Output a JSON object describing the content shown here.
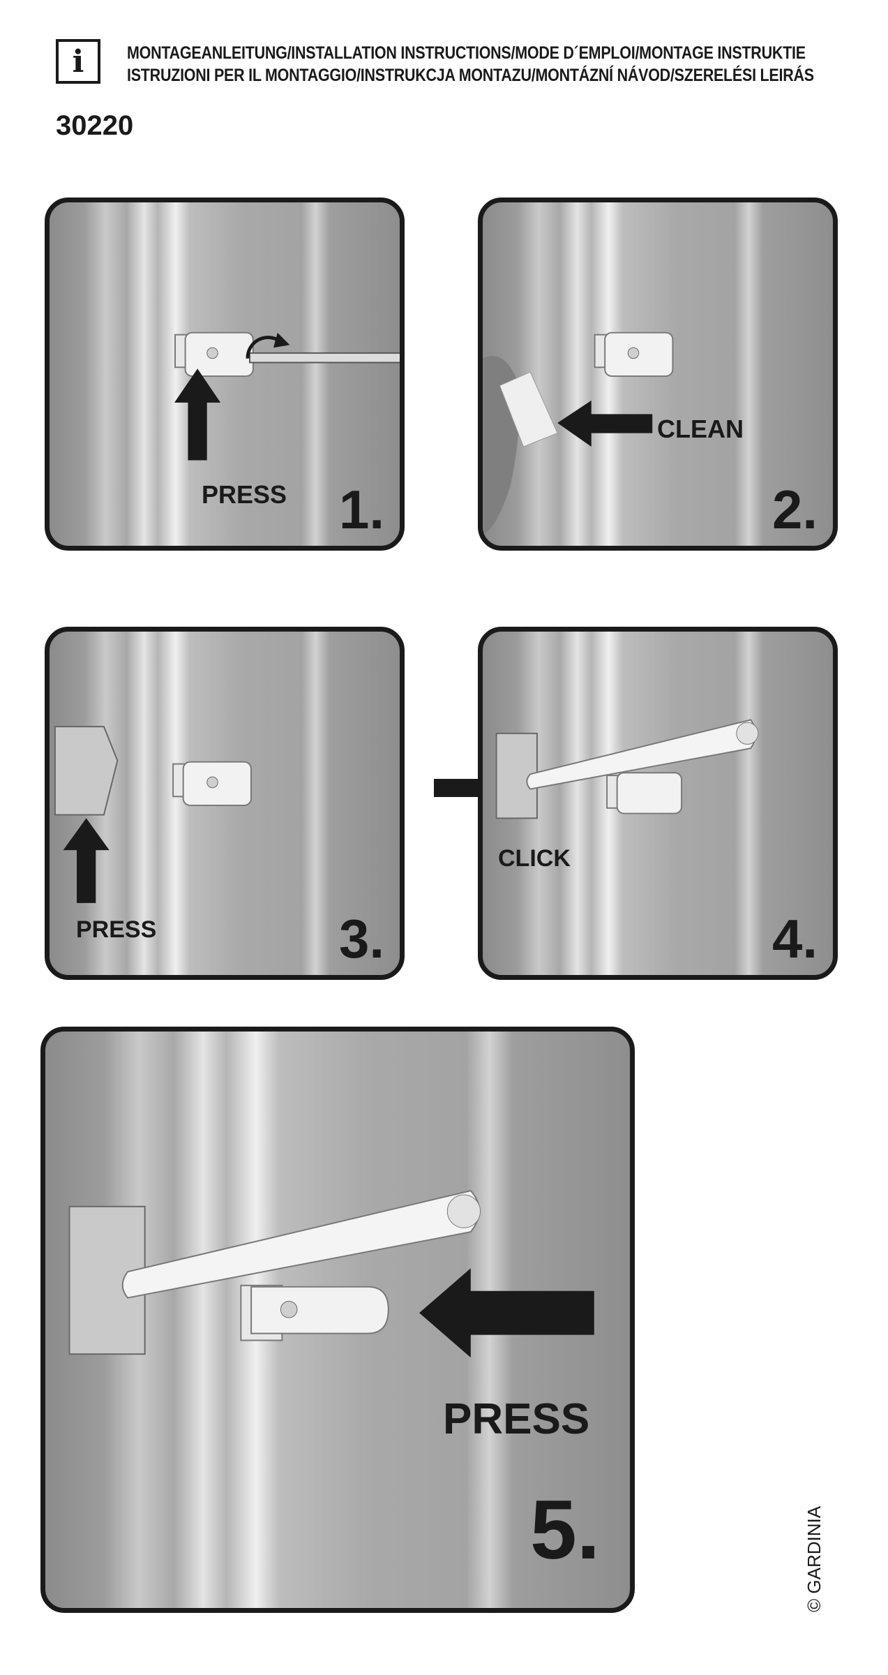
{
  "header": {
    "info_symbol": "i",
    "title_line_1": "MONTAGEANLEITUNG/INSTALLATION INSTRUCTIONS/MODE D´EMPLOI/MONTAGE INSTRUKTIE",
    "title_line_2": "ISTRUZIONI PER IL MONTAGGIO/INSTRUKCJA MONTAZU/MONTÁZNÍ NÁVOD/SZERELÉSI LEIRÁS",
    "article_number": "30220"
  },
  "steps": [
    {
      "number": "1.",
      "label": "PRESS"
    },
    {
      "number": "2.",
      "label": "CLEAN"
    },
    {
      "number": "3.",
      "label": "PRESS"
    },
    {
      "number": "4.",
      "label": "CLICK"
    },
    {
      "number": "5.",
      "label": "PRESS"
    }
  ],
  "footer": {
    "copyright": "© GARDINIA"
  },
  "colors": {
    "ink": "#1a1a1a",
    "photo_gray": "#a9a9a9",
    "part_white": "#f2f2f2"
  }
}
